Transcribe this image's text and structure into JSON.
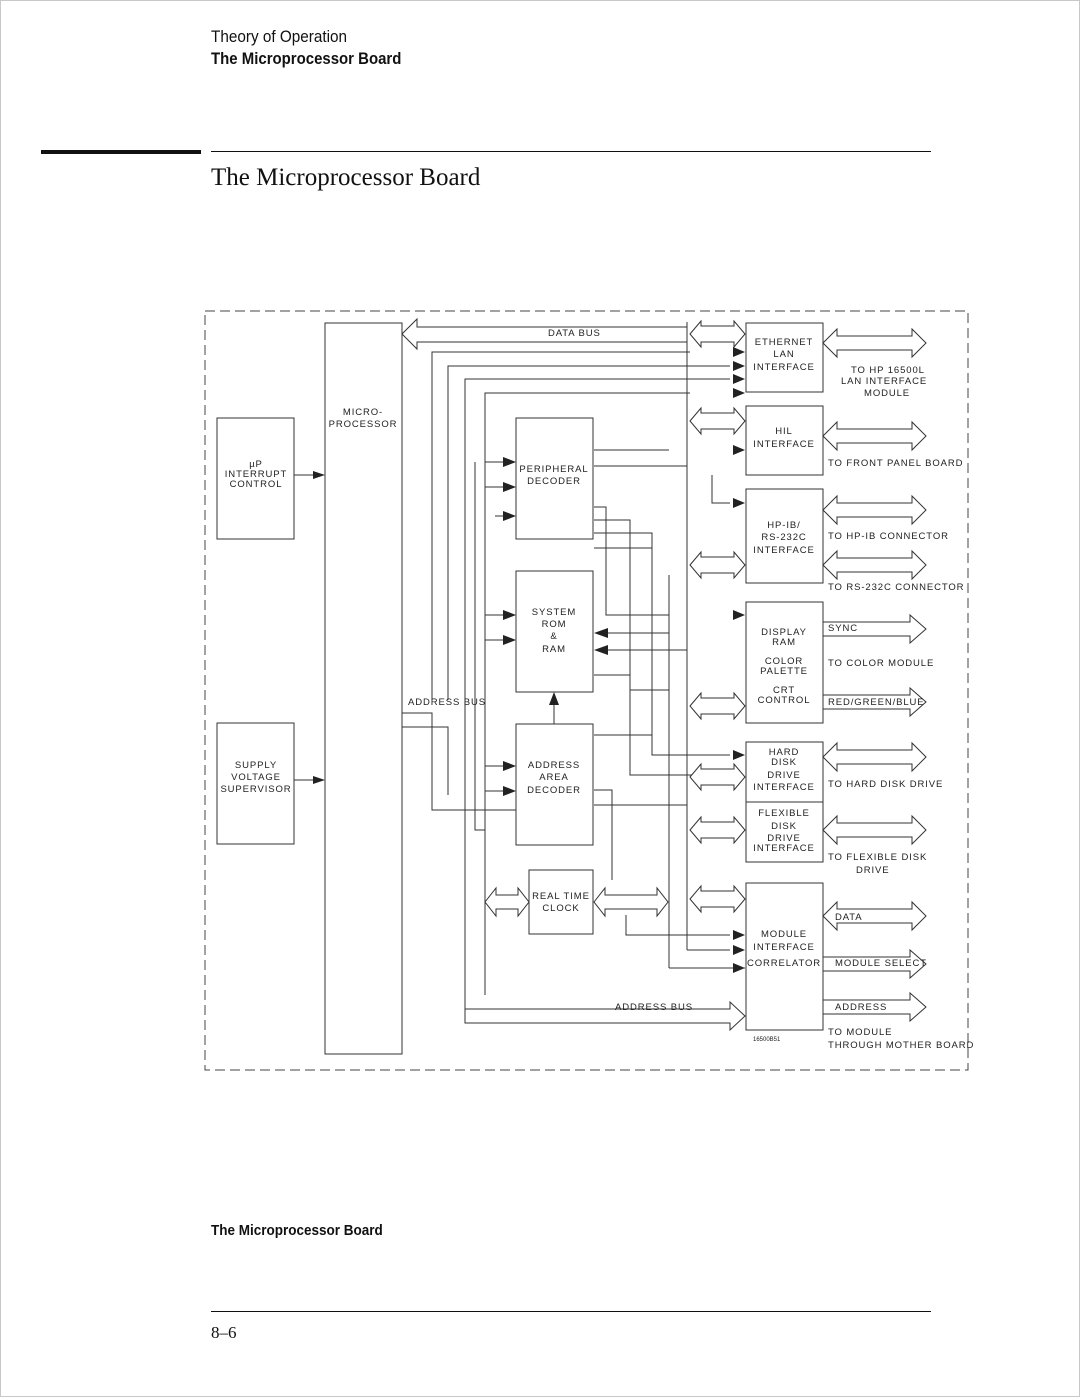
{
  "header": {
    "section": "Theory of Operation",
    "chapter": "The Microprocessor Board"
  },
  "page_title": "The Microprocessor Board",
  "diagram": {
    "blocks": {
      "microprocessor": [
        "MICRO-",
        "PROCESSOR"
      ],
      "interrupt": [
        "µP",
        "INTERRUPT",
        "CONTROL"
      ],
      "supply": [
        "SUPPLY",
        "VOLTAGE",
        "SUPERVISOR"
      ],
      "peripheral": [
        "PERIPHERAL",
        "DECODER"
      ],
      "system_rom": [
        "SYSTEM",
        "ROM",
        "&",
        "RAM"
      ],
      "address_decoder": [
        "ADDRESS",
        "AREA",
        "DECODER"
      ],
      "rtc": [
        "REAL TIME",
        "CLOCK"
      ],
      "ethernet": [
        "ETHERNET",
        "LAN",
        "INTERFACE"
      ],
      "hil": [
        "HIL",
        "INTERFACE"
      ],
      "hpib": [
        "HP-IB/",
        "RS-232C",
        "INTERFACE"
      ],
      "display": [
        "DISPLAY",
        "RAM",
        "COLOR",
        "PALETTE",
        "CRT",
        "CONTROL"
      ],
      "hard_disk": [
        "HARD",
        "DISK",
        "DRIVE",
        "INTERFACE"
      ],
      "flexible_disk": [
        "FLEXIBLE",
        "DISK",
        "DRIVE",
        "INTERFACE"
      ],
      "module": [
        "MODULE",
        "INTERFACE",
        "CORRELATOR"
      ]
    },
    "bus_labels": {
      "data_bus": "DATA BUS",
      "address_bus_mid": "ADDRESS BUS",
      "address_bus_bottom": "ADDRESS BUS"
    },
    "outputs": {
      "lan": [
        "TO HP 16500L",
        "LAN INTERFACE",
        "MODULE"
      ],
      "front_panel": "TO FRONT PANEL BOARD",
      "hpib_conn": "TO HP-IB CONNECTOR",
      "rs232_conn": "TO RS-232C CONNECTOR",
      "sync": "SYNC",
      "color_module": "TO COLOR MODULE",
      "rgb": "RED/GREEN/BLUE",
      "hard_disk": "TO HARD DISK DRIVE",
      "flexible_disk": [
        "TO FLEXIBLE DISK",
        "DRIVE"
      ],
      "data": "DATA",
      "module_select": "MODULE SELECT",
      "address": "ADDRESS",
      "to_module": [
        "TO MODULE",
        "THROUGH MOTHER BOARD"
      ]
    },
    "figure_id": "16500B51"
  },
  "caption": "The Microprocessor Board",
  "page_number": "8–6"
}
